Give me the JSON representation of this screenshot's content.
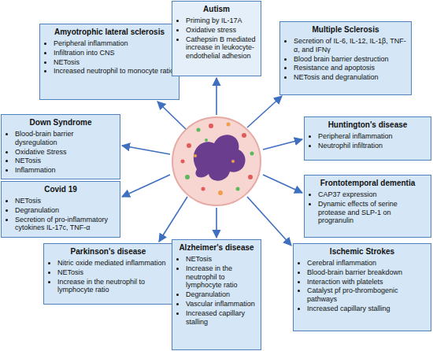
{
  "diagram": {
    "nodes": [
      {
        "text": [
          "Amyotrophic lateral sclerosis",
          "Peripheral inflammation",
          "Infiltration into CNS",
          "NETosis",
          "Increased neutrophil to monocyte ratio"
        ]
      },
      {
        "text": [
          "Autism",
          "Priming by IL-17A",
          "Oxidative stress",
          "Cathepsin B mediated increase in leukocyte-endothelial adhesion"
        ]
      },
      {
        "text": [
          "Multiple Sclerosis",
          "Secretion of IL-6, IL-12, IL-1β, TNF-α, and IFNγ",
          "Blood brain barrier destruction",
          "Resistance and apoptosis",
          "NETosis and degranulation"
        ]
      },
      {
        "text": [
          "Down Syndrome",
          "Blood-brain barrier dysregulation",
          "Oxidative Stress",
          "NETosis",
          "Inflammation"
        ]
      },
      {
        "text": [
          "Huntington's disease",
          "Peripheral inflammation",
          "Neutrophil infiltration"
        ]
      },
      {
        "text": [
          "Covid 19",
          "NETosis",
          "Degranulation",
          "Secretion of pro-inflammatory cytokines IL-17c, TNF-α"
        ]
      },
      {
        "text": [
          "Frontotemporal dementia",
          "CAP37 expression",
          "Dynamic effects of serine protease and SLP-1 on progranulin"
        ]
      },
      {
        "text": [
          "Parkinson's disease",
          "Nitric oxide mediated inflammation",
          "NETosis",
          "Increase in the neutrophil to lymphocyte ratio"
        ]
      },
      {
        "text": [
          "Alzheimer's disease",
          "NETosis",
          "Increase in the neutrophil to lymphocyte ratio",
          "Degranulation",
          "Vascular inflammation",
          "Increased capillary stalling"
        ]
      },
      {
        "text": [
          "Ischemic Strokes",
          "Cerebral inflammation",
          "Blood-brain barrier breakdown",
          "Interaction with platelets",
          "Catalyst pf pro-thrombogenic pathways",
          "Increased capillary stalling"
        ]
      }
    ]
  }
}
